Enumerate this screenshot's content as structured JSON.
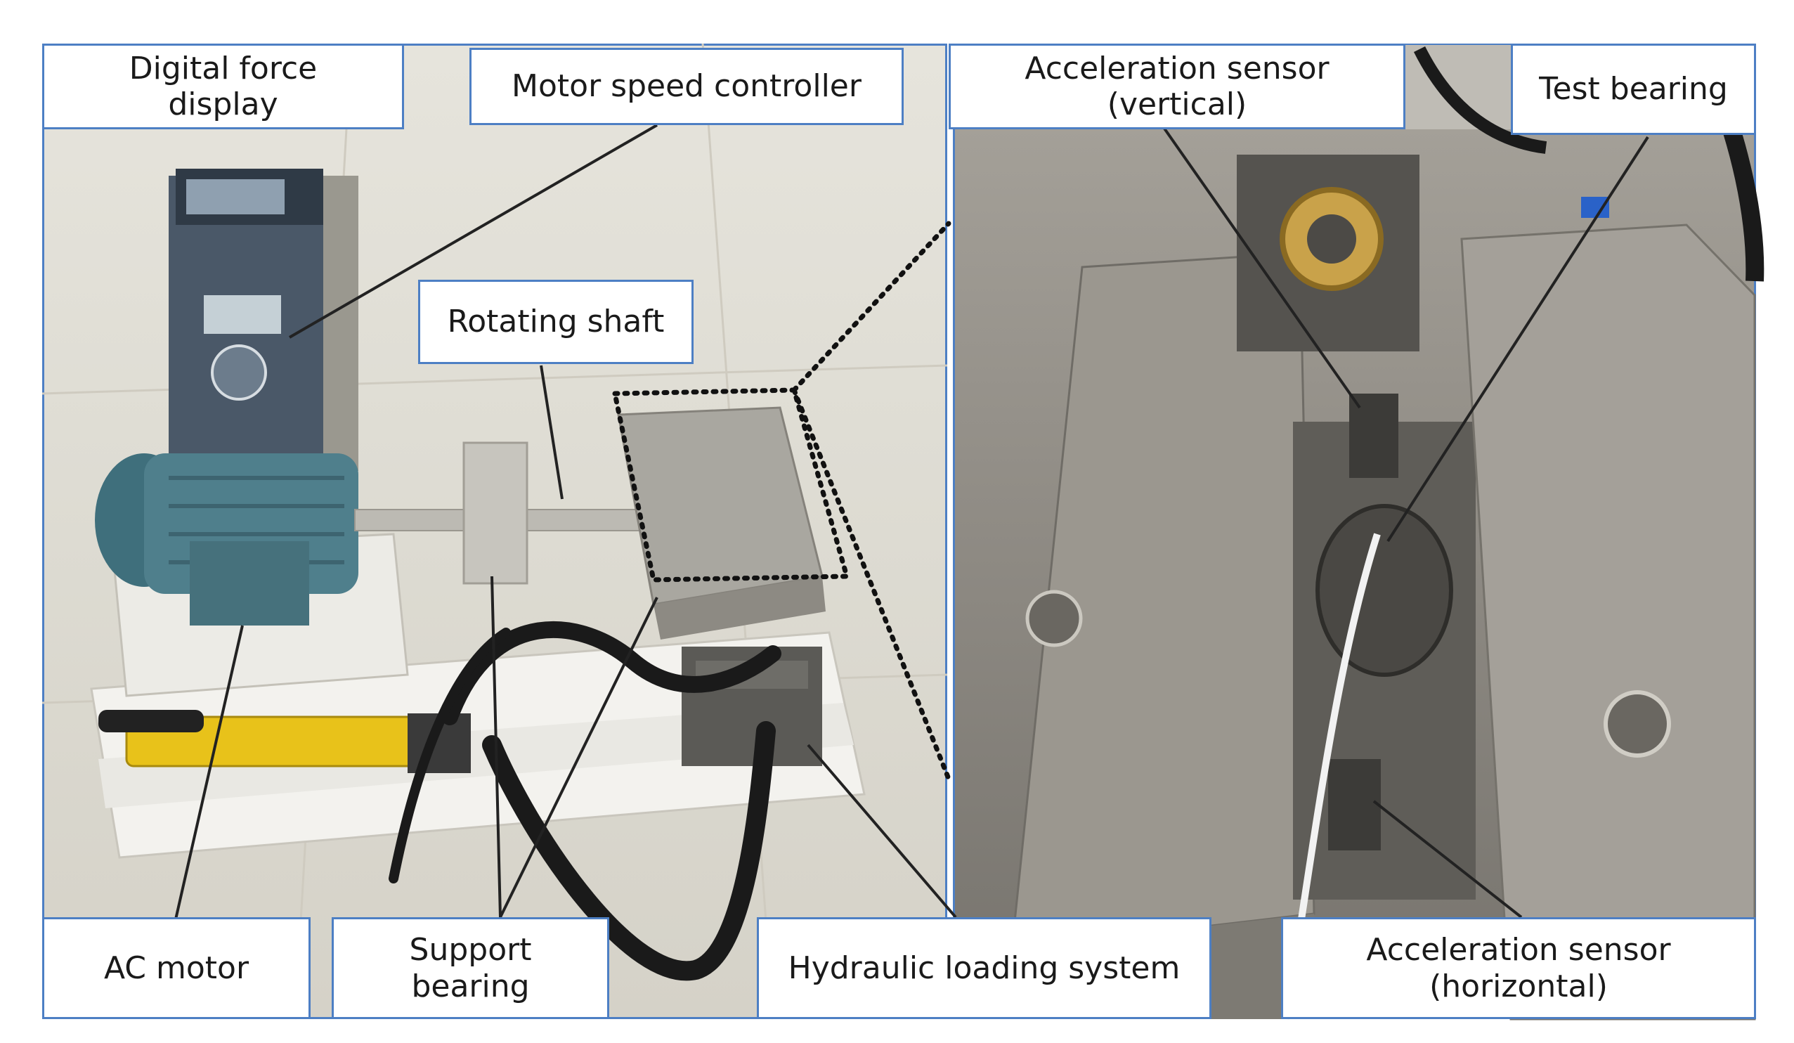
{
  "labels": {
    "digital_force_display": "Digital force\ndisplay",
    "motor_speed_controller": "Motor speed controller",
    "rotating_shaft": "Rotating shaft",
    "ac_motor": "AC motor",
    "support_bearing": "Support\nbearing",
    "hydraulic_loading_system": "Hydraulic loading system",
    "acceleration_sensor_vertical": "Acceleration sensor\n(vertical)",
    "test_bearing": "Test bearing",
    "acceleration_sensor_horizontal": "Acceleration sensor\n(horizontal)"
  },
  "colors": {
    "frame_blue": "#4d7fc4",
    "leader_line": "#222222",
    "motor_teal": "#4f7f8c",
    "pump_yellow": "#e8c21a",
    "steel_grey": "#8f8b84"
  }
}
